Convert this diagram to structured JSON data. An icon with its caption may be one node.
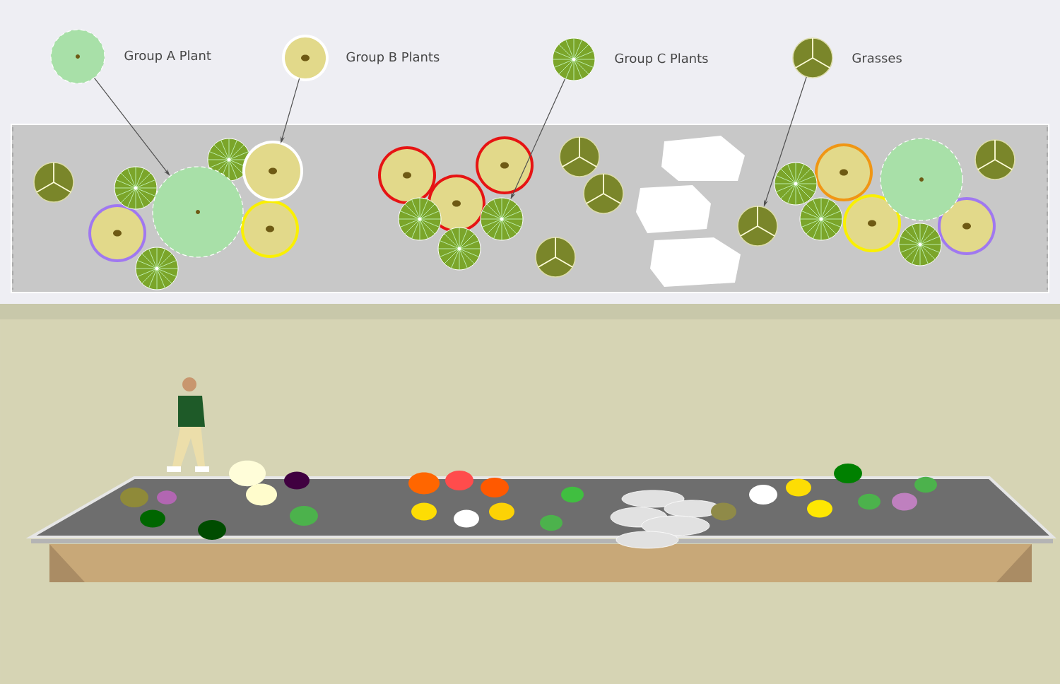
{
  "diagram": {
    "nodes": [
      {
        "text": [],
        "shape": "circle",
        "beside": [
          "Group A Plant"
        ]
      },
      {
        "text": [],
        "shape": "circle",
        "beside": [
          "Group B Plants"
        ]
      },
      {
        "text": [],
        "shape": "circle",
        "beside": [
          "Group C Plants"
        ]
      },
      {
        "text": [],
        "shape": "circle",
        "beside": [
          "Grasses"
        ]
      },
      {
        "text": [],
        "shape": "circle"
      },
      {
        "text": [],
        "shape": "circle"
      },
      {
        "text": [],
        "shape": "circle"
      },
      {
        "text": [],
        "shape": "circle"
      }
    ],
    "edges": [
      {
        "from": 0,
        "to": 4,
        "arrow": "to"
      },
      {
        "from": 1,
        "to": 5,
        "arrow": "to"
      },
      {
        "from": 2,
        "to": 6,
        "arrow": "to"
      },
      {
        "from": 3,
        "to": 7,
        "arrow": "to"
      }
    ]
  }
}
